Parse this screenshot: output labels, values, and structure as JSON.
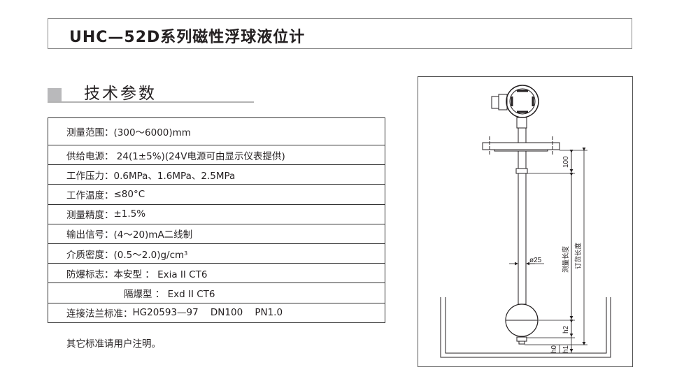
{
  "header": {
    "title": "UHC—52D系列磁性浮球液位计"
  },
  "section": {
    "title": "技术参数"
  },
  "specs": [
    {
      "label": "测量范围：",
      "value": "(300～6000)mm"
    },
    {
      "label": "供给电源：",
      "value": " 24(1±5%)(24V电源可由显示仪表提供)"
    },
    {
      "label": "工作压力：",
      "value": "0.6MPa、1.6MPa、2.5MPa"
    },
    {
      "label": "工作温度：",
      "value": "≤80°C"
    },
    {
      "label": "测量精度：",
      "value": "±1.5%"
    },
    {
      "label": "输出信号：",
      "value": "(4～20)mA二线制"
    },
    {
      "label": "介质密度：",
      "value": "(0.5～2.0)g/cm",
      "sup": "3"
    },
    {
      "label": "防爆标志：",
      "value": "本安型 ： Exia II CT6"
    },
    {
      "label": "",
      "value": "隔爆型 ： Exd II CT6"
    },
    {
      "label": "连接法兰标准：",
      "value": "HG20593—97    DN100    PN1.0"
    }
  ],
  "note": "其它标准请用户注明。",
  "diagram": {
    "dim_100": "100",
    "measure_length": "测量长度",
    "order_length": "订货长度",
    "diameter": "ø25",
    "h0": "h0",
    "h1": "h1",
    "h2": "h2"
  }
}
